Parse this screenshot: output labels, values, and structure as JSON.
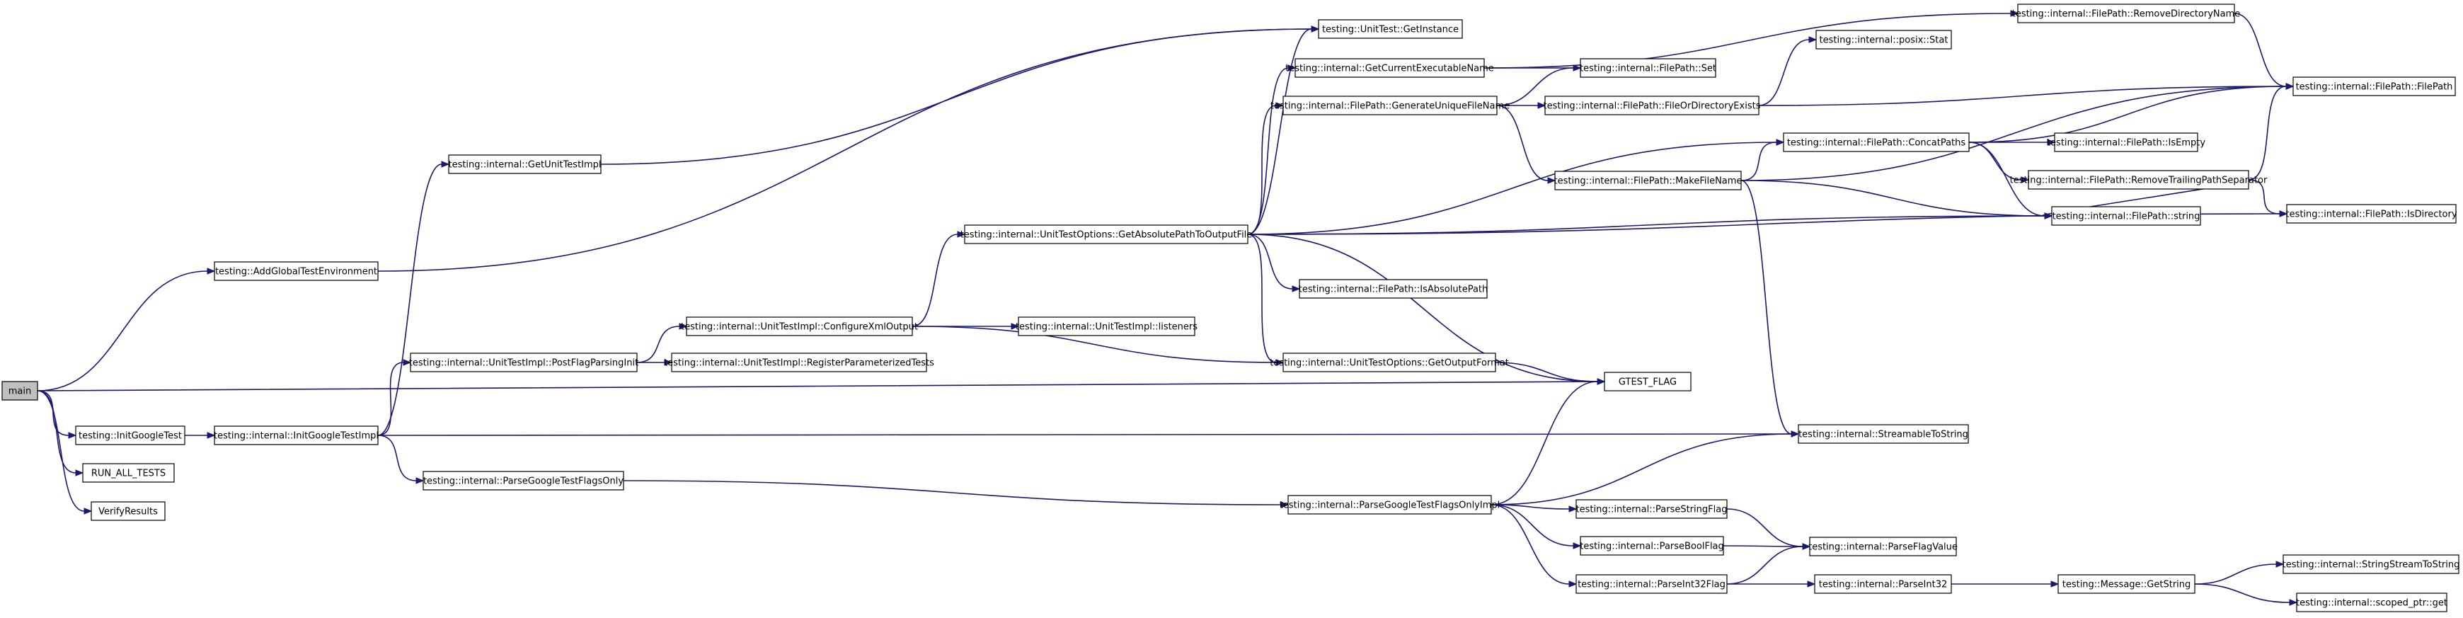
{
  "diagram": {
    "type": "call-graph",
    "colors": {
      "edge": "#191970",
      "node_fill": "#ffffff",
      "node_stroke": "#000000",
      "root_fill": "#bfbfbf"
    },
    "nodes": [
      {
        "id": "main",
        "label": "main",
        "root": true
      },
      {
        "id": "InitGoogleTest",
        "label": "testing::InitGoogleTest"
      },
      {
        "id": "RUN_ALL_TESTS",
        "label": "RUN_ALL_TESTS"
      },
      {
        "id": "VerifyResults",
        "label": "VerifyResults"
      },
      {
        "id": "AddGlobalTestEnvironment",
        "label": "testing::AddGlobalTestEnvironment"
      },
      {
        "id": "InitGoogleTestImpl",
        "label": "testing::internal::InitGoogleTestImpl"
      },
      {
        "id": "GetUnitTestImpl",
        "label": "testing::internal::GetUnitTestImpl"
      },
      {
        "id": "PostFlagParsingInit",
        "label": "testing::internal::UnitTestImpl::PostFlagParsingInit"
      },
      {
        "id": "ParseGoogleTestFlagsOnly",
        "label": "testing::internal::ParseGoogleTestFlagsOnly"
      },
      {
        "id": "ConfigureXmlOutput",
        "label": "testing::internal::UnitTestImpl::ConfigureXmlOutput"
      },
      {
        "id": "RegisterParameterizedTests",
        "label": "testing::internal::UnitTestImpl::RegisterParameterizedTests"
      },
      {
        "id": "GetAbsolutePathToOutputFile",
        "label": "testing::internal::UnitTestOptions::GetAbsolutePathToOutputFile"
      },
      {
        "id": "listeners",
        "label": "testing::internal::UnitTestImpl::listeners"
      },
      {
        "id": "GetInstance",
        "label": "testing::UnitTest::GetInstance"
      },
      {
        "id": "GetCurrentExecutableName",
        "label": "testing::internal::GetCurrentExecutableName"
      },
      {
        "id": "GenerateUniqueFileName",
        "label": "testing::internal::FilePath::GenerateUniqueFileName"
      },
      {
        "id": "IsAbsolutePath",
        "label": "testing::internal::FilePath::IsAbsolutePath"
      },
      {
        "id": "GetOutputFormat",
        "label": "testing::internal::UnitTestOptions::GetOutputFormat"
      },
      {
        "id": "ParseGoogleTestFlagsOnlyImpl",
        "label": "testing::internal::ParseGoogleTestFlagsOnlyImpl"
      },
      {
        "id": "Set",
        "label": "testing::internal::FilePath::Set"
      },
      {
        "id": "FileOrDirectoryExists",
        "label": "testing::internal::FilePath::FileOrDirectoryExists"
      },
      {
        "id": "MakeFileName",
        "label": "testing::internal::FilePath::MakeFileName"
      },
      {
        "id": "GTEST_FLAG",
        "label": "GTEST_FLAG"
      },
      {
        "id": "ParseStringFlag",
        "label": "testing::internal::ParseStringFlag"
      },
      {
        "id": "ParseBoolFlag",
        "label": "testing::internal::ParseBoolFlag"
      },
      {
        "id": "ParseInt32Flag",
        "label": "testing::internal::ParseInt32Flag"
      },
      {
        "id": "Stat",
        "label": "testing::internal::posix::Stat"
      },
      {
        "id": "ConcatPaths",
        "label": "testing::internal::FilePath::ConcatPaths"
      },
      {
        "id": "StreamableToString",
        "label": "testing::internal::StreamableToString"
      },
      {
        "id": "ParseFlagValue",
        "label": "testing::internal::ParseFlagValue"
      },
      {
        "id": "ParseInt32",
        "label": "testing::internal::ParseInt32"
      },
      {
        "id": "RemoveDirectoryName",
        "label": "testing::internal::FilePath::RemoveDirectoryName"
      },
      {
        "id": "IsEmpty",
        "label": "testing::internal::FilePath::IsEmpty"
      },
      {
        "id": "RemoveTrailingPathSeparator",
        "label": "testing::internal::FilePath::RemoveTrailingPathSeparator"
      },
      {
        "id": "FPstring",
        "label": "testing::internal::FilePath::string"
      },
      {
        "id": "GetString",
        "label": "testing::Message::GetString"
      },
      {
        "id": "FilePathCtor",
        "label": "testing::internal::FilePath::FilePath"
      },
      {
        "id": "IsDirectory",
        "label": "testing::internal::FilePath::IsDirectory"
      },
      {
        "id": "StringStreamToString",
        "label": "testing::internal::StringStreamToString"
      },
      {
        "id": "scoped_ptr_get",
        "label": "testing::internal::scoped_ptr::get"
      }
    ],
    "edges": [
      {
        "from": "main",
        "to": "AddGlobalTestEnvironment"
      },
      {
        "from": "main",
        "to": "GTEST_FLAG"
      },
      {
        "from": "main",
        "to": "InitGoogleTest"
      },
      {
        "from": "main",
        "to": "RUN_ALL_TESTS"
      },
      {
        "from": "main",
        "to": "VerifyResults"
      },
      {
        "from": "AddGlobalTestEnvironment",
        "to": "GetInstance"
      },
      {
        "from": "InitGoogleTest",
        "to": "InitGoogleTestImpl"
      },
      {
        "from": "InitGoogleTestImpl",
        "to": "GetUnitTestImpl"
      },
      {
        "from": "InitGoogleTestImpl",
        "to": "PostFlagParsingInit"
      },
      {
        "from": "InitGoogleTestImpl",
        "to": "StreamableToString"
      },
      {
        "from": "InitGoogleTestImpl",
        "to": "ParseGoogleTestFlagsOnly"
      },
      {
        "from": "GetUnitTestImpl",
        "to": "GetInstance"
      },
      {
        "from": "PostFlagParsingInit",
        "to": "ConfigureXmlOutput"
      },
      {
        "from": "PostFlagParsingInit",
        "to": "RegisterParameterizedTests"
      },
      {
        "from": "ConfigureXmlOutput",
        "to": "GetAbsolutePathToOutputFile"
      },
      {
        "from": "ConfigureXmlOutput",
        "to": "listeners"
      },
      {
        "from": "ConfigureXmlOutput",
        "to": "GetOutputFormat"
      },
      {
        "from": "ParseGoogleTestFlagsOnly",
        "to": "ParseGoogleTestFlagsOnlyImpl"
      },
      {
        "from": "GetAbsolutePathToOutputFile",
        "to": "GetInstance"
      },
      {
        "from": "GetAbsolutePathToOutputFile",
        "to": "GetCurrentExecutableName"
      },
      {
        "from": "GetAbsolutePathToOutputFile",
        "to": "GenerateUniqueFileName"
      },
      {
        "from": "GetAbsolutePathToOutputFile",
        "to": "ConcatPaths"
      },
      {
        "from": "GetAbsolutePathToOutputFile",
        "to": "FPstring"
      },
      {
        "from": "GetAbsolutePathToOutputFile",
        "to": "IsDirectory"
      },
      {
        "from": "GetAbsolutePathToOutputFile",
        "to": "IsAbsolutePath"
      },
      {
        "from": "GetAbsolutePathToOutputFile",
        "to": "GetOutputFormat"
      },
      {
        "from": "GetAbsolutePathToOutputFile",
        "to": "GTEST_FLAG"
      },
      {
        "from": "GetCurrentExecutableName",
        "to": "RemoveDirectoryName"
      },
      {
        "from": "GetCurrentExecutableName",
        "to": "Set"
      },
      {
        "from": "GenerateUniqueFileName",
        "to": "Set"
      },
      {
        "from": "GenerateUniqueFileName",
        "to": "FileOrDirectoryExists"
      },
      {
        "from": "GenerateUniqueFileName",
        "to": "MakeFileName"
      },
      {
        "from": "GetOutputFormat",
        "to": "GTEST_FLAG"
      },
      {
        "from": "ParseGoogleTestFlagsOnlyImpl",
        "to": "GTEST_FLAG"
      },
      {
        "from": "ParseGoogleTestFlagsOnlyImpl",
        "to": "StreamableToString"
      },
      {
        "from": "ParseGoogleTestFlagsOnlyImpl",
        "to": "ParseStringFlag"
      },
      {
        "from": "ParseGoogleTestFlagsOnlyImpl",
        "to": "ParseBoolFlag"
      },
      {
        "from": "ParseGoogleTestFlagsOnlyImpl",
        "to": "ParseInt32Flag"
      },
      {
        "from": "FileOrDirectoryExists",
        "to": "Stat"
      },
      {
        "from": "FileOrDirectoryExists",
        "to": "FilePathCtor"
      },
      {
        "from": "MakeFileName",
        "to": "ConcatPaths"
      },
      {
        "from": "MakeFileName",
        "to": "FilePathCtor"
      },
      {
        "from": "MakeFileName",
        "to": "FPstring"
      },
      {
        "from": "MakeFileName",
        "to": "StreamableToString"
      },
      {
        "from": "ConcatPaths",
        "to": "FilePathCtor"
      },
      {
        "from": "ConcatPaths",
        "to": "IsEmpty"
      },
      {
        "from": "ConcatPaths",
        "to": "RemoveTrailingPathSeparator"
      },
      {
        "from": "ConcatPaths",
        "to": "FPstring"
      },
      {
        "from": "RemoveDirectoryName",
        "to": "FilePathCtor"
      },
      {
        "from": "RemoveTrailingPathSeparator",
        "to": "FilePathCtor"
      },
      {
        "from": "RemoveTrailingPathSeparator",
        "to": "FPstring"
      },
      {
        "from": "RemoveTrailingPathSeparator",
        "to": "IsDirectory"
      },
      {
        "from": "ParseStringFlag",
        "to": "ParseFlagValue"
      },
      {
        "from": "ParseBoolFlag",
        "to": "ParseFlagValue"
      },
      {
        "from": "ParseInt32Flag",
        "to": "ParseFlagValue"
      },
      {
        "from": "ParseInt32Flag",
        "to": "ParseInt32"
      },
      {
        "from": "ParseInt32",
        "to": "GetString"
      },
      {
        "from": "GetString",
        "to": "StringStreamToString"
      },
      {
        "from": "GetString",
        "to": "scoped_ptr_get"
      }
    ]
  }
}
